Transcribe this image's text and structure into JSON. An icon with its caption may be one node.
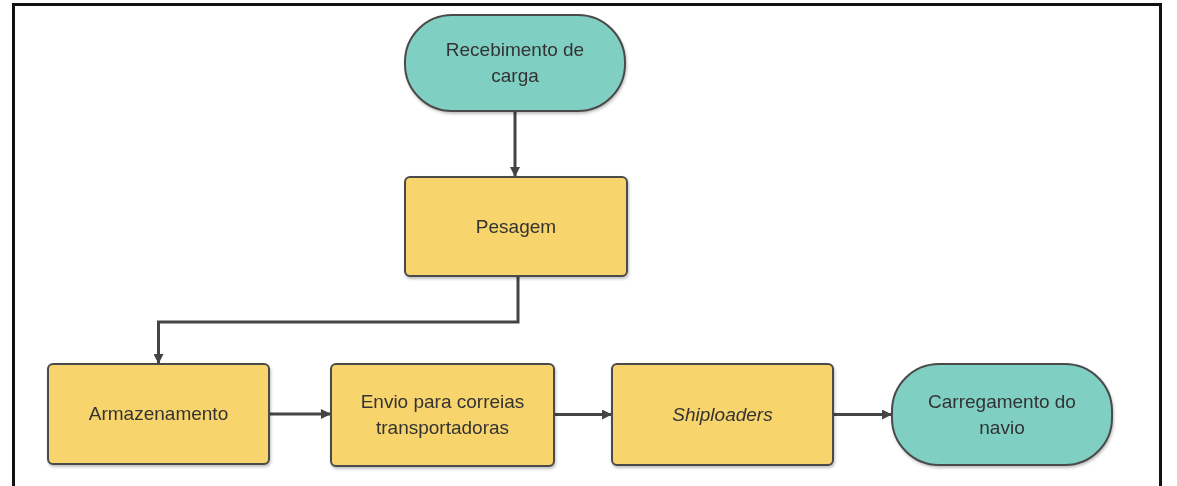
{
  "diagram": {
    "nodes": [
      {
        "text": [
          "Recebimento de carga"
        ]
      },
      {
        "text": [
          "Pesagem"
        ]
      },
      {
        "text": [
          "Armazenamento"
        ]
      },
      {
        "text": [
          "Envio para correias transportadoras"
        ]
      },
      {
        "text": [
          "Shiploaders"
        ]
      },
      {
        "text": [
          "Carregamento do navio"
        ]
      }
    ],
    "edges": [
      {
        "from": 0,
        "to": 1,
        "arrow": "to"
      },
      {
        "from": 1,
        "to": 2,
        "arrow": "to"
      },
      {
        "from": 2,
        "to": 3,
        "arrow": "to"
      },
      {
        "from": 3,
        "to": 4,
        "arrow": "to"
      },
      {
        "from": 4,
        "to": 5,
        "arrow": "to"
      }
    ]
  }
}
